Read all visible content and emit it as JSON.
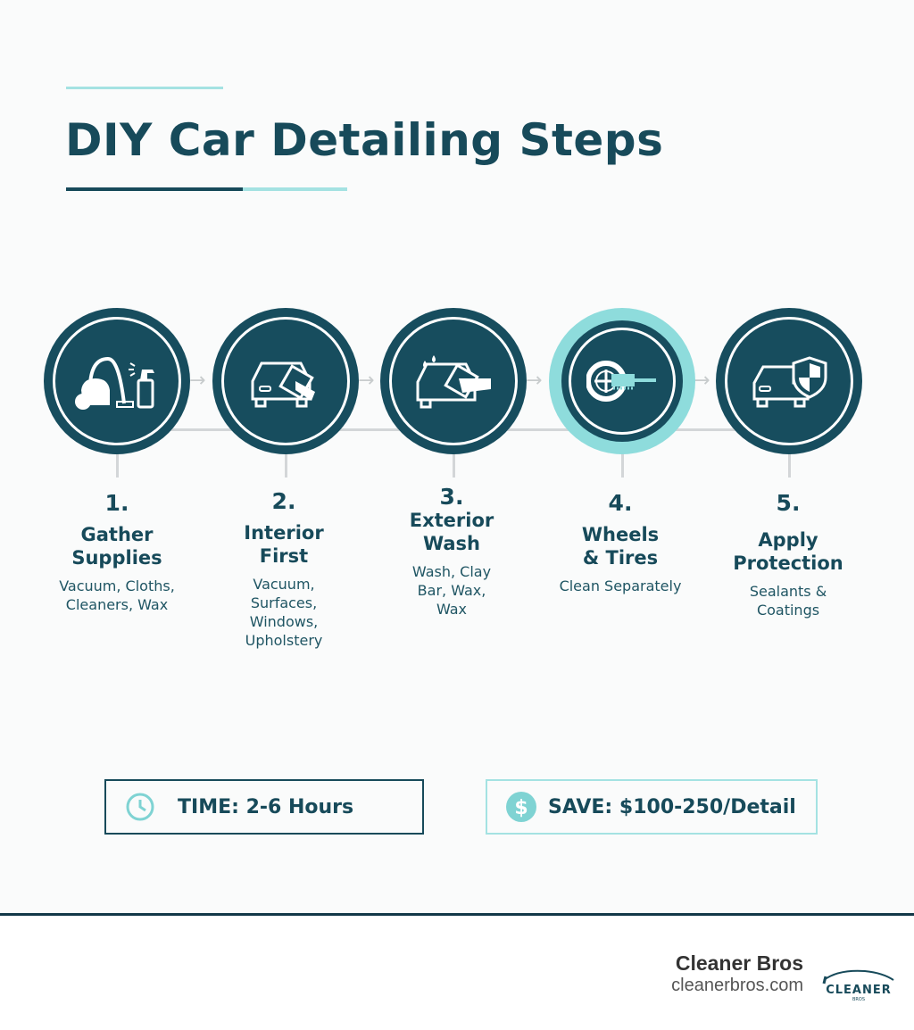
{
  "title": "DIY Car Detailing Steps",
  "steps": [
    {
      "number": "1.",
      "title_lines": [
        "Gather",
        "Supplies"
      ],
      "desc_lines": [
        "Vacuum, Cloths,",
        "Cleaners, Wax"
      ],
      "icon": "vacuum-spray-icon"
    },
    {
      "number": "2.",
      "title_lines": [
        "Interior",
        "First"
      ],
      "desc_lines": [
        "Vacuum,",
        "Surfaces,",
        "Windows,",
        "Upholstery"
      ],
      "icon": "car-wipe-icon"
    },
    {
      "number": "3.",
      "title_lines": [
        "Exterior",
        "Wash"
      ],
      "desc_lines": [
        "Wash, Clay",
        "Bar, Wax,",
        "Wax"
      ],
      "icon": "car-wash-icon"
    },
    {
      "number": "4.",
      "title_lines": [
        "Wheels",
        "& Tires"
      ],
      "desc_lines": [
        "Clean Separately"
      ],
      "icon": "wheel-brush-icon",
      "highlighted": true
    },
    {
      "number": "5.",
      "title_lines": [
        "Apply",
        "Protection"
      ],
      "desc_lines": [
        "Sealants &",
        "Coatings"
      ],
      "icon": "car-shield-icon"
    }
  ],
  "time": {
    "label": "TIME: 2-6 Hours",
    "icon": "clock-icon"
  },
  "save": {
    "label": "SAVE: $100-250/Detail",
    "icon": "dollar-icon"
  },
  "footer": {
    "brand": "Cleaner Bros",
    "url": "cleanerbros.com",
    "logo_text": "CLEANER",
    "logo_sub": "BROS"
  },
  "colors": {
    "primary": "#174d5e",
    "accent": "#8edcdc"
  }
}
